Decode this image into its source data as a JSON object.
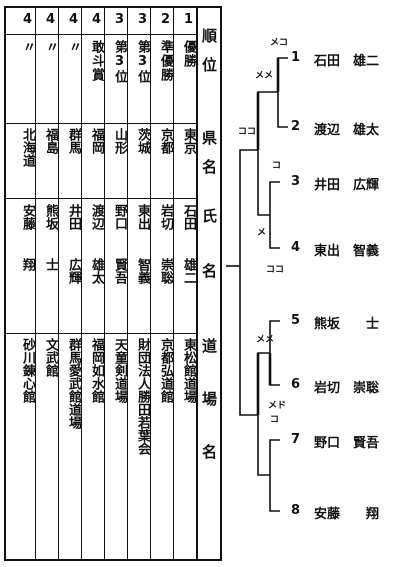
{
  "table": {
    "headers": {
      "rank": "順位",
      "prefecture": "県名",
      "name": "氏名",
      "dojo": "道場名"
    },
    "rows": [
      {
        "rank": "1",
        "title": "優勝",
        "pref": "東京",
        "family": "石田",
        "given": "雄二",
        "dojo": "東松館道場"
      },
      {
        "rank": "2",
        "title": "準優勝",
        "pref": "京都",
        "family": "岩切",
        "given": "崇聡",
        "dojo": "京都弘道館"
      },
      {
        "rank": "3",
        "title": "第3位",
        "pref": "茨城",
        "family": "東出",
        "given": "智義",
        "dojo": "財団法人勝田若葉会"
      },
      {
        "rank": "3",
        "title": "第3位",
        "pref": "山形",
        "family": "野口",
        "given": "賢吾",
        "dojo": "天童剣道場"
      },
      {
        "rank": "4",
        "title": "敢斗賞",
        "pref": "福岡",
        "family": "渡辺",
        "given": "雄太",
        "dojo": "福岡如水館"
      },
      {
        "rank": "4",
        "title": "〃",
        "pref": "群馬",
        "family": "井田",
        "given": "広輝",
        "dojo": "群馬愛武館道場"
      },
      {
        "rank": "4",
        "title": "〃",
        "pref": "福島",
        "family": "熊坂",
        "given": "士",
        "dojo": "文武館"
      },
      {
        "rank": "4",
        "title": "〃",
        "pref": "北海道",
        "family": "安藤",
        "given": "翔",
        "dojo": "砂川錬心館"
      }
    ]
  },
  "bracket": {
    "entries": [
      {
        "seed": "1",
        "name": "石田　雄二"
      },
      {
        "seed": "2",
        "name": "渡辺　雄太"
      },
      {
        "seed": "3",
        "name": "井田　広輝"
      },
      {
        "seed": "4",
        "name": "東出　智義"
      },
      {
        "seed": "5",
        "name": "熊坂　　士"
      },
      {
        "seed": "6",
        "name": "岩切　崇聡"
      },
      {
        "seed": "7",
        "name": "野口　賢吾"
      },
      {
        "seed": "8",
        "name": "安藤　　翔"
      }
    ],
    "marks": {
      "m1": "メコ",
      "m2": "メメ",
      "m3": "ココ",
      "m4": "コ",
      "m5": "メ",
      "m6": "ココ",
      "m7": "メメ",
      "m8": "メド",
      "m9": "コ"
    }
  }
}
